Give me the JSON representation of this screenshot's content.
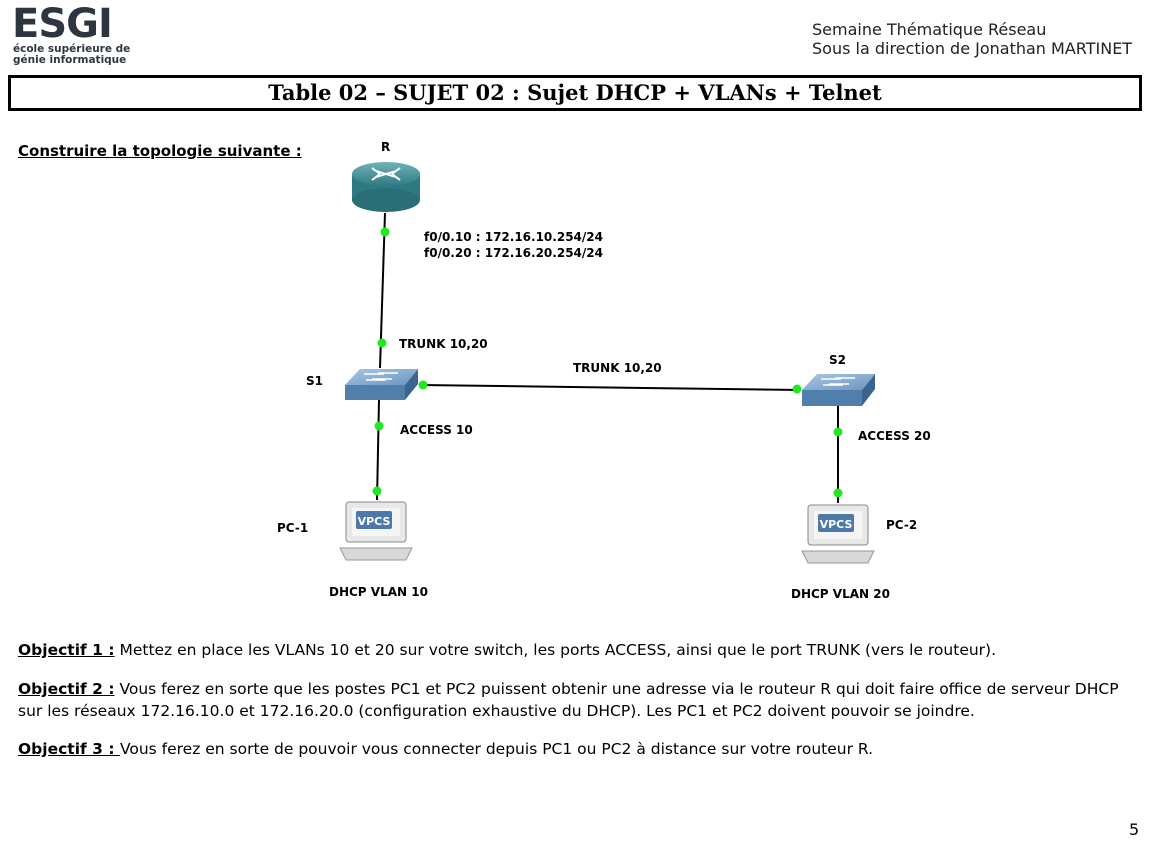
{
  "logo": {
    "word": "ESGI",
    "line1": "école supérieure de",
    "line2": "génie informatique"
  },
  "header": {
    "line1": "Semaine Thématique Réseau",
    "line2": "Sous la direction de Jonathan MARTINET"
  },
  "title": "Table 02 – SUJET 02 : Sujet DHCP + VLANs + Telnet",
  "section_label": "Construire la topologie suivante :",
  "diagram": {
    "router_label": "R",
    "router_if_line1": "f0/0.10 : 172.16.10.254/24",
    "router_if_line2": "f0/0.20 : 172.16.20.254/24",
    "s1_label": "S1",
    "s2_label": "S2",
    "trunk_r_s1": "TRUNK 10,20",
    "trunk_s1_s2": "TRUNK 10,20",
    "access_s1": "ACCESS 10",
    "access_s2": "ACCESS 20",
    "pc1_label": "PC-1",
    "pc2_label": "PC-2",
    "pc1_caption": "DHCP VLAN 10",
    "pc2_caption": "DHCP VLAN 20",
    "vpcs_text": "VPCS",
    "colors": {
      "link_dot": "#22e822",
      "router": "#3e8c94",
      "switch": "#5a88b5"
    }
  },
  "objectives": [
    {
      "key": "Objectif 1 :",
      "text": " Mettez en place les VLANs 10 et 20 sur votre switch, les ports ACCESS, ainsi que le port TRUNK (vers le routeur)."
    },
    {
      "key": "Objectif 2 :",
      "text": " Vous ferez en sorte que les postes PC1 et PC2 puissent obtenir une adresse via le routeur R qui doit faire office de serveur DHCP sur les réseaux 172.16.10.0 et 172.16.20.0 (configuration exhaustive du DHCP). Les PC1 et PC2 doivent pouvoir se joindre."
    },
    {
      "key": "Objectif 3 : ",
      "text": "Vous ferez en sorte de pouvoir vous connecter depuis PC1 ou PC2 à distance sur votre routeur R."
    }
  ],
  "page_number": "5"
}
